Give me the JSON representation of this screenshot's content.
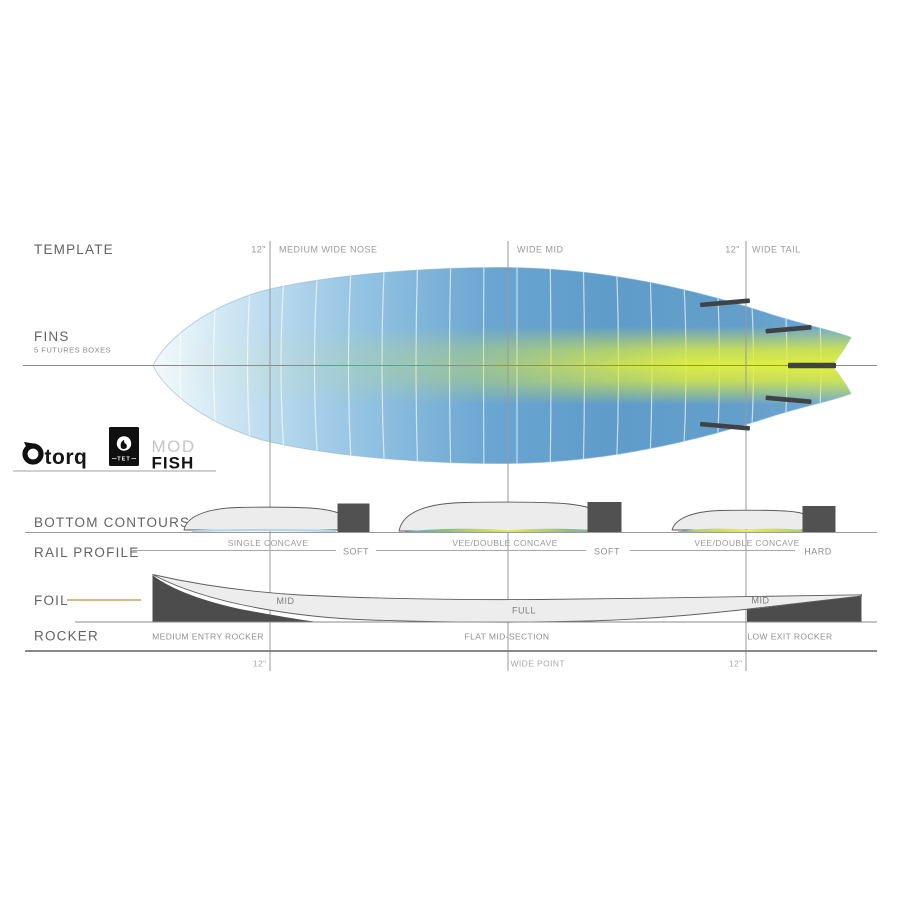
{
  "template": {
    "heading": "TEMPLATE",
    "nose_offset": "12\"",
    "nose_label": "MEDIUM WIDE NOSE",
    "mid_label": "WIDE MID",
    "tail_offset": "12\"",
    "tail_label": "WIDE TAIL"
  },
  "fins": {
    "heading": "FINS",
    "subtitle": "5 FUTURES BOXES"
  },
  "brand": {
    "torq": "torq",
    "tet": "TET",
    "model_line1": "MOD",
    "model_line2": "FISH"
  },
  "contours": {
    "heading": "BOTTOM CONTOURS",
    "nose": "SINGLE CONCAVE",
    "mid": "VEE/DOUBLE CONCAVE",
    "tail": "VEE/DOUBLE CONCAVE"
  },
  "rail": {
    "heading": "RAIL PROFILE",
    "nose": "SOFT",
    "mid": "SOFT",
    "tail": "HARD"
  },
  "foil": {
    "heading": "FOIL",
    "nose": "MID",
    "mid": "FULL",
    "tail": "MID"
  },
  "rocker": {
    "heading": "ROCKER",
    "nose": "MEDIUM ENTRY ROCKER",
    "mid": "FLAT MID-SECTION",
    "tail": "LOW EXIT ROCKER"
  },
  "footer": {
    "nose_offset": "12\"",
    "wide_point": "WIDE POINT",
    "tail_offset": "12\""
  },
  "colors": {
    "board_blue": "#5f9cc9",
    "board_yellow": "#e0ee3c",
    "nose_light": "#e8f3fa",
    "rail_block": "#515151",
    "rocker_dark": "#4c4c4c",
    "accent_tan": "#cf9f63"
  }
}
